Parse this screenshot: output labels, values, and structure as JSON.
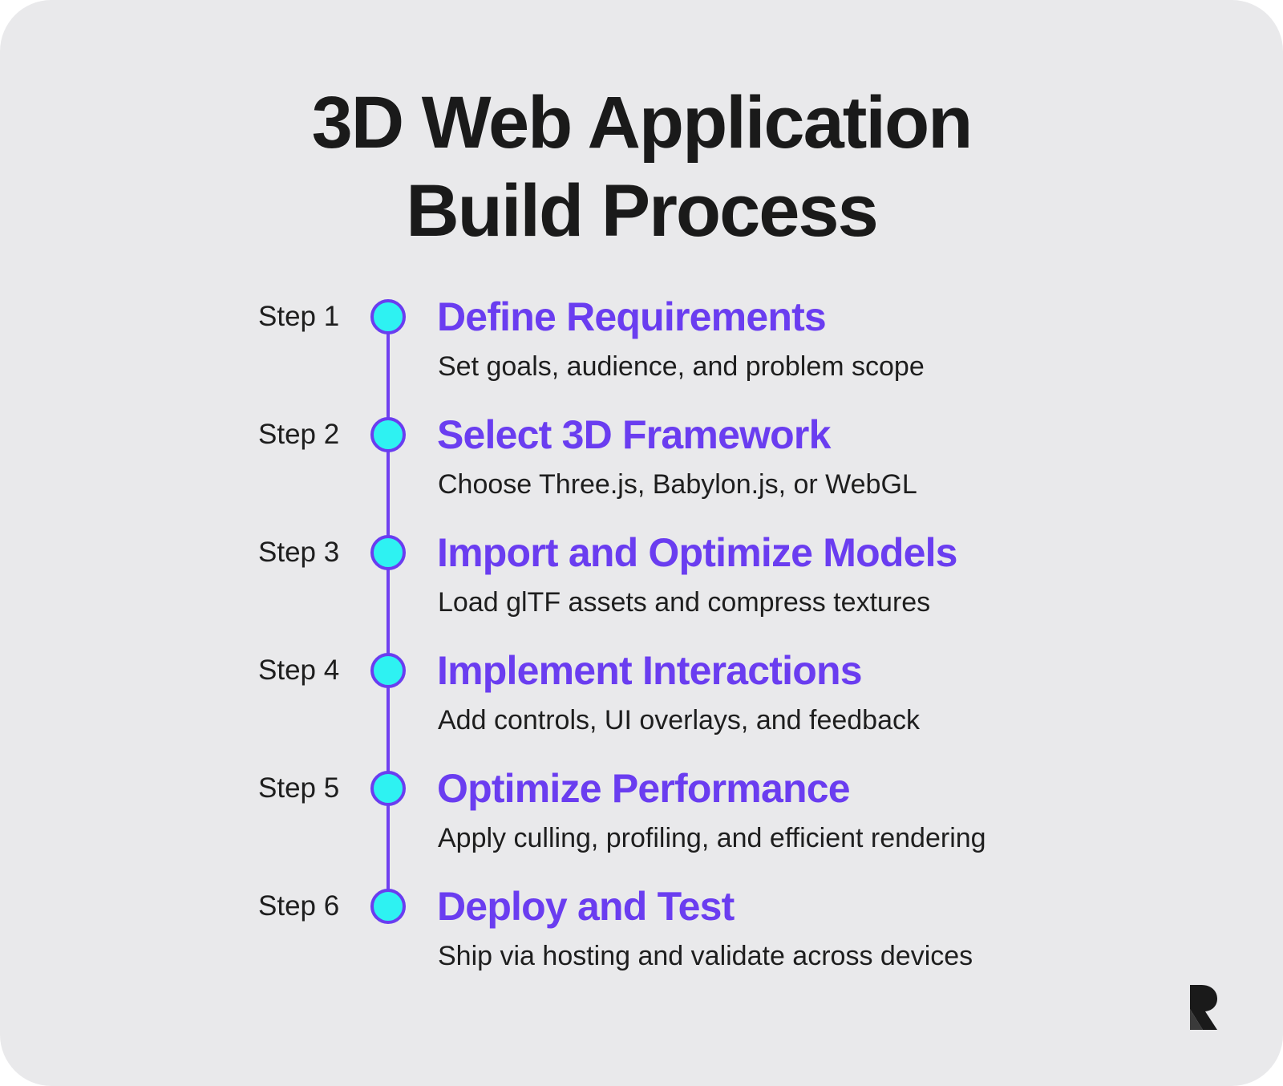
{
  "title": {
    "line1": "3D Web Application",
    "line2": "Build Process"
  },
  "steps": [
    {
      "label": "Step 1",
      "title": "Define Requirements",
      "description": "Set goals, audience, and problem scope"
    },
    {
      "label": "Step 2",
      "title": "Select 3D Framework",
      "description": "Choose Three.js, Babylon.js, or WebGL"
    },
    {
      "label": "Step 3",
      "title": "Import and Optimize Models",
      "description": "Load glTF assets and compress textures"
    },
    {
      "label": "Step 4",
      "title": "Implement Interactions",
      "description": "Add controls, UI overlays, and feedback"
    },
    {
      "label": "Step 5",
      "title": "Optimize Performance",
      "description": "Apply culling, profiling, and efficient rendering"
    },
    {
      "label": "Step 6",
      "title": "Deploy and Test",
      "description": "Ship via hosting and validate across devices"
    }
  ],
  "colors": {
    "accent": "#6a3df0",
    "node_fill": "#2ef2f2",
    "background": "#e9e9eb",
    "text": "#1e1e1e"
  },
  "icons": {
    "logo": "r-logo-icon"
  }
}
